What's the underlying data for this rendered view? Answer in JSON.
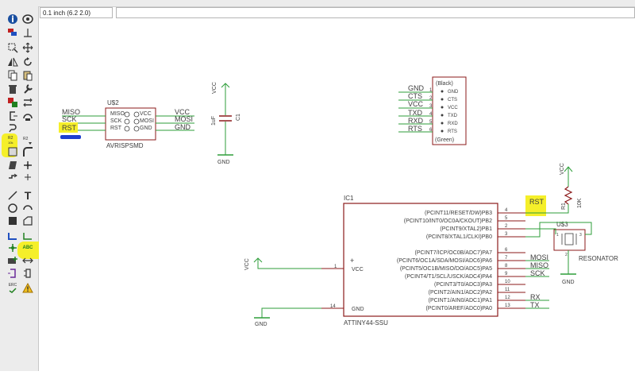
{
  "toolbar": {
    "grid_value": "0.1 inch (6.2 2.0)",
    "command_value": "",
    "tools": [
      "info-icon",
      "show-icon",
      "display-layers-icon",
      "mark-icon",
      "group-icon",
      "move-icon",
      "mirror-icon",
      "rotate-icon",
      "copy-icon",
      "paste-icon",
      "delete-icon",
      "change-icon",
      "replace-icon",
      "pinswap-icon",
      "gateswap-icon",
      "split-icon",
      "optimize-icon",
      "miter-icon",
      "name-label-icon",
      "value-label-icon",
      "smash-icon",
      "wire-icon",
      "text-icon",
      "circle-icon",
      "arc-icon",
      "rectangle-icon",
      "polygon-icon",
      "bus-icon",
      "net-icon",
      "junction-icon",
      "label-icon",
      "add-icon",
      "invoke-icon",
      "erc-icon",
      "errors-icon"
    ],
    "text_tool": "T",
    "label_tool": "ABC",
    "erc_tool": "ERC"
  },
  "colors": {
    "frame": "#8b1a1a",
    "wire": "#2e9e3a",
    "text": "#3d3d3d",
    "highlight": "#f5ef2a",
    "marker": "#1e3fd0"
  },
  "schematic": {
    "avrisp": {
      "name": "U$2",
      "value": "AVRISPSMD",
      "pins_left": [
        "MISO",
        "SCK",
        "RST"
      ],
      "pins_right": [
        "VCC",
        "MOSI",
        "GND"
      ],
      "nets_left": [
        "MISO",
        "SCK",
        "RST"
      ],
      "nets_right": [
        "VCC",
        "MOSI",
        "GND"
      ]
    },
    "capacitor": {
      "name": "C1",
      "value": "1uF",
      "top": "VCC",
      "bottom": "GND"
    },
    "ftdi": {
      "top": "(Black)",
      "bottom": "(Green)",
      "pins": [
        "GND",
        "CTS",
        "VCC",
        "TXD",
        "RXD",
        "RTS"
      ],
      "numbers": [
        "1",
        "2",
        "3",
        "4",
        "5",
        "6"
      ],
      "nets": [
        "GND",
        "CTS",
        "VCC",
        "TXD",
        "RXD",
        "RTS"
      ]
    },
    "resistor": {
      "name": "R1",
      "value": "10K",
      "top": "VCC",
      "net": "RST"
    },
    "resonator": {
      "name": "U$3",
      "value": "RESONATOR",
      "pins": [
        "1",
        "2",
        "3"
      ],
      "ground": "GND"
    },
    "ic": {
      "name": "IC1",
      "value": "ATTINY44-SSU",
      "pins_right": [
        "(PCINT11/RESET/DW)PB3",
        "(PCINT10/INT0/OC0A/CKOUT)PB2",
        "(PCINT9/XTAL2)PB1",
        "(PCINT8/XTAL1/CLKI)PB0",
        "(PCINT7/ICP/OC0B/ADC7)PA7",
        "(PCINT6/OC1A/SDA/MOSI/ADC6)PA6",
        "(PCINT5/OC1B/MISO/DO/ADC5)PA5",
        "(PCINT4/T1/SCL/USCK/ADC4)PA4",
        "(PCINT3/T0/ADC3)PA3",
        "(PCINT2/AIN1/ADC2)PA2",
        "(PCINT1/AIN0/ADC1)PA1",
        "(PCINT0/AREF/ADC0)PA0"
      ],
      "pin_numbers": [
        "4",
        "5",
        "2",
        "3",
        "6",
        "7",
        "8",
        "9",
        "10",
        "11",
        "12",
        "13"
      ],
      "vcc_pin": "VCC",
      "vcc_num": "1",
      "gnd_pin": "GND",
      "gnd_num": "14",
      "right_nets": [
        "MOSI",
        "MISO",
        "SCK",
        "RX",
        "TX"
      ],
      "left_nets": [
        "VCC",
        "GND"
      ]
    }
  }
}
